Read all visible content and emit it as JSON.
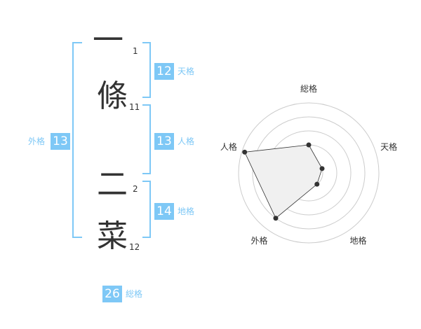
{
  "name": {
    "chars": [
      {
        "char": "一",
        "strokes": "1"
      },
      {
        "char": "條",
        "strokes": "11"
      },
      {
        "char": "二",
        "strokes": "2"
      },
      {
        "char": "菜",
        "strokes": "12"
      }
    ]
  },
  "kaku": {
    "tenkaku": {
      "value": "12",
      "label": "天格"
    },
    "jinkaku": {
      "value": "13",
      "label": "人格"
    },
    "chikaku": {
      "value": "14",
      "label": "地格"
    },
    "gaikaku": {
      "value": "13",
      "label": "外格"
    },
    "soukaku": {
      "value": "26",
      "label": "総格"
    }
  },
  "colors": {
    "accent": "#7ec8f6",
    "text": "#333333",
    "grid": "#cccccc",
    "fill": "#f0f0f0"
  },
  "chart_data": {
    "type": "radar",
    "axes": [
      "総格",
      "天格",
      "地格",
      "外格",
      "人格"
    ],
    "values": [
      2,
      1,
      1,
      4,
      4.8
    ],
    "max": 5,
    "rings": 5
  }
}
